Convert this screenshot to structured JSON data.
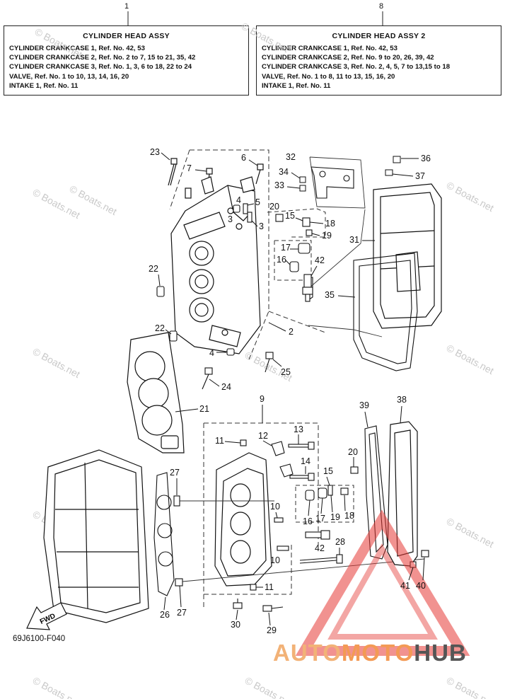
{
  "assy1": {
    "callout": "1",
    "title": "CYLINDER HEAD ASSY",
    "lines": [
      "CYLINDER CRANKCASE 1,  Ref. No. 42, 53",
      "CYLINDER CRANKCASE 2,  Ref. No. 2 to 7, 15 to 21, 35, 42",
      "CYLINDER CRANKCASE 3,  Ref. No. 1, 3, 6 to 18, 22 to 24",
      "VALVE,  Ref. No. 1 to 10, 13, 14, 16, 20",
      "INTAKE 1, Ref. No. 11"
    ]
  },
  "assy2": {
    "callout": "8",
    "title": "CYLINDER HEAD ASSY 2",
    "lines": [
      "CYLINDER CRANKCASE 1,  Ref. No. 42, 53",
      "CYLINDER CRANKCASE 2,  Ref. No. 9 to 20, 26, 39, 42",
      "CYLINDER CRANKCASE 3,  Ref. No. 2, 4, 5, 7 to 13,15 to 18",
      "VALVE,  Ref. No. 1 to 8, 11 to 13, 15, 16, 20",
      "INTAKE 1, Ref. No. 11"
    ]
  },
  "labels": {
    "l23": "23",
    "l7": "7",
    "l6": "6",
    "l32": "32",
    "l36": "36",
    "l34": "34",
    "l37": "37",
    "l33": "33",
    "l4a": "4",
    "l5": "5",
    "l20a": "20",
    "l18a": "18",
    "l3a": "3",
    "l3b": "3",
    "l15a": "15",
    "l19a": "19",
    "l31": "31",
    "l17a": "17",
    "l16a": "16",
    "l42a": "42",
    "l22a": "22",
    "l35": "35",
    "l22b": "22",
    "l2": "2",
    "l4b": "4",
    "l25": "25",
    "l24": "24",
    "l21": "21",
    "l9": "9",
    "l39": "39",
    "l38": "38",
    "l13": "13",
    "l11a": "11",
    "l12": "12",
    "l20b": "20",
    "l14": "14",
    "l15b": "15",
    "l27a": "27",
    "l10a": "10",
    "l16b": "16",
    "l17b": "17",
    "l19b": "19",
    "l18b": "18",
    "l42b": "42",
    "l28": "28",
    "l10b": "10",
    "l11b": "11",
    "l41": "41",
    "l40": "40",
    "l26": "26",
    "l27b": "27",
    "l30": "30",
    "l29": "29"
  },
  "fwd_label": "FWD",
  "part_code": "69J6100-F040",
  "watermark": "© Boats.net",
  "brand": {
    "part1": "AUTO",
    "part2": "MOTO",
    "part3": "HUB"
  },
  "colors": {
    "logo_red": "#e53935",
    "logo_orange": "#f39a55",
    "logo_grey": "#555555"
  }
}
